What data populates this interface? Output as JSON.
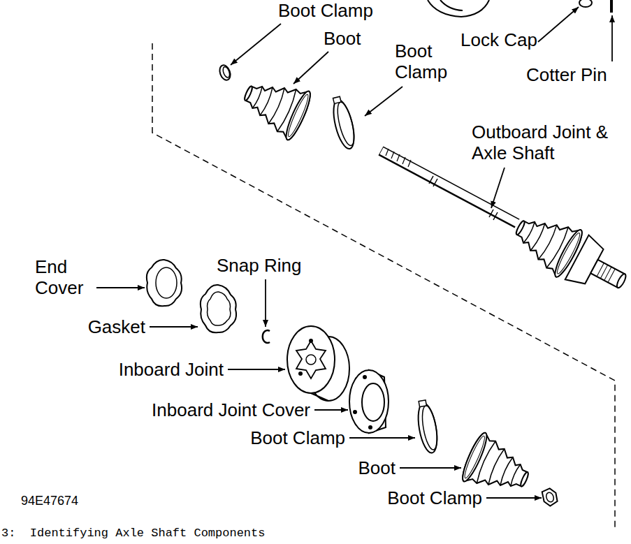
{
  "diagram": {
    "caption": "3:  Identifying Axle Shaft Components",
    "labels": [
      "Boot Clamp",
      "Boot",
      "Boot Clamp",
      "Lock Cap",
      "Cotter Pin",
      "Outboard Joint & Axle Shaft",
      "End Cover",
      "Snap Ring",
      "Gasket",
      "Inboard Joint",
      "Inboard Joint Cover",
      "Boot Clamp",
      "Boot",
      "Boot Clamp",
      "94E47674"
    ]
  }
}
